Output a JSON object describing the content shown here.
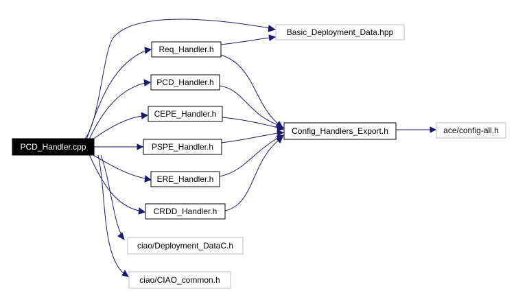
{
  "graph": {
    "nodes": {
      "pcd_cpp": {
        "label": "PCD_Handler.cpp",
        "kind": "root"
      },
      "req_h": {
        "label": "Req_Handler.h",
        "kind": "documented"
      },
      "pcd_h": {
        "label": "PCD_Handler.h",
        "kind": "documented"
      },
      "cepe_h": {
        "label": "CEPE_Handler.h",
        "kind": "documented"
      },
      "pspe_h": {
        "label": "PSPE_Handler.h",
        "kind": "documented"
      },
      "ere_h": {
        "label": "ERE_Handler.h",
        "kind": "documented"
      },
      "crdd_h": {
        "label": "CRDD_Handler.h",
        "kind": "documented"
      },
      "basic_hpp": {
        "label": "Basic_Deployment_Data.hpp",
        "kind": "external"
      },
      "config_export_h": {
        "label": "Config_Handlers_Export.h",
        "kind": "documented"
      },
      "ace_config_h": {
        "label": "ace/config-all.h",
        "kind": "external"
      },
      "ciao_depdata_h": {
        "label": "ciao/Deployment_DataC.h",
        "kind": "external"
      },
      "ciao_common_h": {
        "label": "ciao/CIAO_common.h",
        "kind": "external"
      }
    },
    "edges": [
      [
        "pcd_cpp",
        "basic_hpp"
      ],
      [
        "pcd_cpp",
        "req_h"
      ],
      [
        "pcd_cpp",
        "pcd_h"
      ],
      [
        "pcd_cpp",
        "cepe_h"
      ],
      [
        "pcd_cpp",
        "pspe_h"
      ],
      [
        "pcd_cpp",
        "ere_h"
      ],
      [
        "pcd_cpp",
        "crdd_h"
      ],
      [
        "pcd_cpp",
        "ciao_depdata_h"
      ],
      [
        "pcd_cpp",
        "ciao_common_h"
      ],
      [
        "req_h",
        "basic_hpp"
      ],
      [
        "req_h",
        "config_export_h"
      ],
      [
        "pcd_h",
        "config_export_h"
      ],
      [
        "cepe_h",
        "config_export_h"
      ],
      [
        "pspe_h",
        "config_export_h"
      ],
      [
        "ere_h",
        "config_export_h"
      ],
      [
        "crdd_h",
        "config_export_h"
      ],
      [
        "config_export_h",
        "ace_config_h"
      ]
    ]
  },
  "colors": {
    "edge": "#191970",
    "root_fill": "#000000",
    "root_text": "#ffffff",
    "documented_border": "#000000",
    "external_border": "#bfbfbf"
  }
}
